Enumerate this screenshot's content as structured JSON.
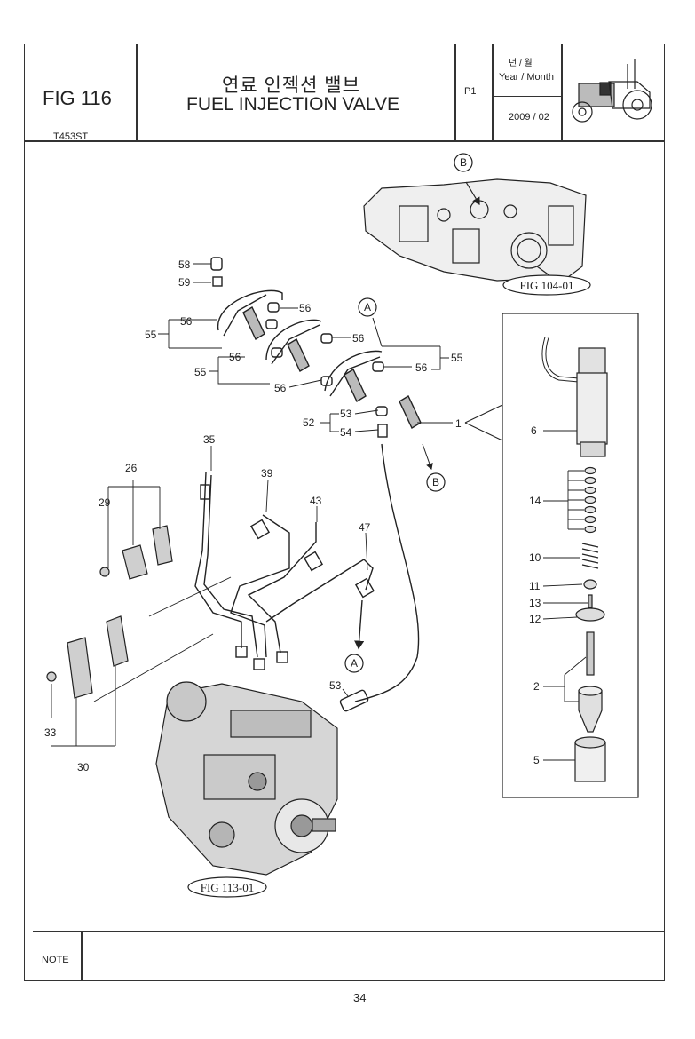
{
  "header": {
    "fig_label": "FIG 116",
    "model": "T453ST",
    "title_ko": "연료 인젝션 밸브",
    "title_en": "FUEL INJECTION VALVE",
    "page": "P1",
    "year_month_ko": "년 / 월",
    "year_month_en": "Year / Month",
    "date": "2009 / 02"
  },
  "callouts": {
    "B_top": "B",
    "fig104": "FIG 104-01",
    "A_top": "A",
    "B_bottom": "B",
    "A_lower": "A",
    "fig113": "FIG 113-01"
  },
  "part_numbers": {
    "p58": "58",
    "p59": "59",
    "p56a": "56",
    "p55a": "55",
    "p56b": "56",
    "p56c": "56",
    "p55b": "55",
    "p56d": "56",
    "p56e": "56",
    "p55c": "55",
    "p53a": "53",
    "p52": "52",
    "p54": "54",
    "p1": "1",
    "p35": "35",
    "p26": "26",
    "p29": "29",
    "p39": "39",
    "p43": "43",
    "p47": "47",
    "p53b": "53",
    "p33": "33",
    "p30": "30",
    "p6": "6",
    "p14": "14",
    "p10": "10",
    "p11": "11",
    "p13": "13",
    "p12": "12",
    "p2": "2",
    "p5": "5"
  },
  "footer": {
    "note_label": "NOTE",
    "page_number": "34"
  }
}
